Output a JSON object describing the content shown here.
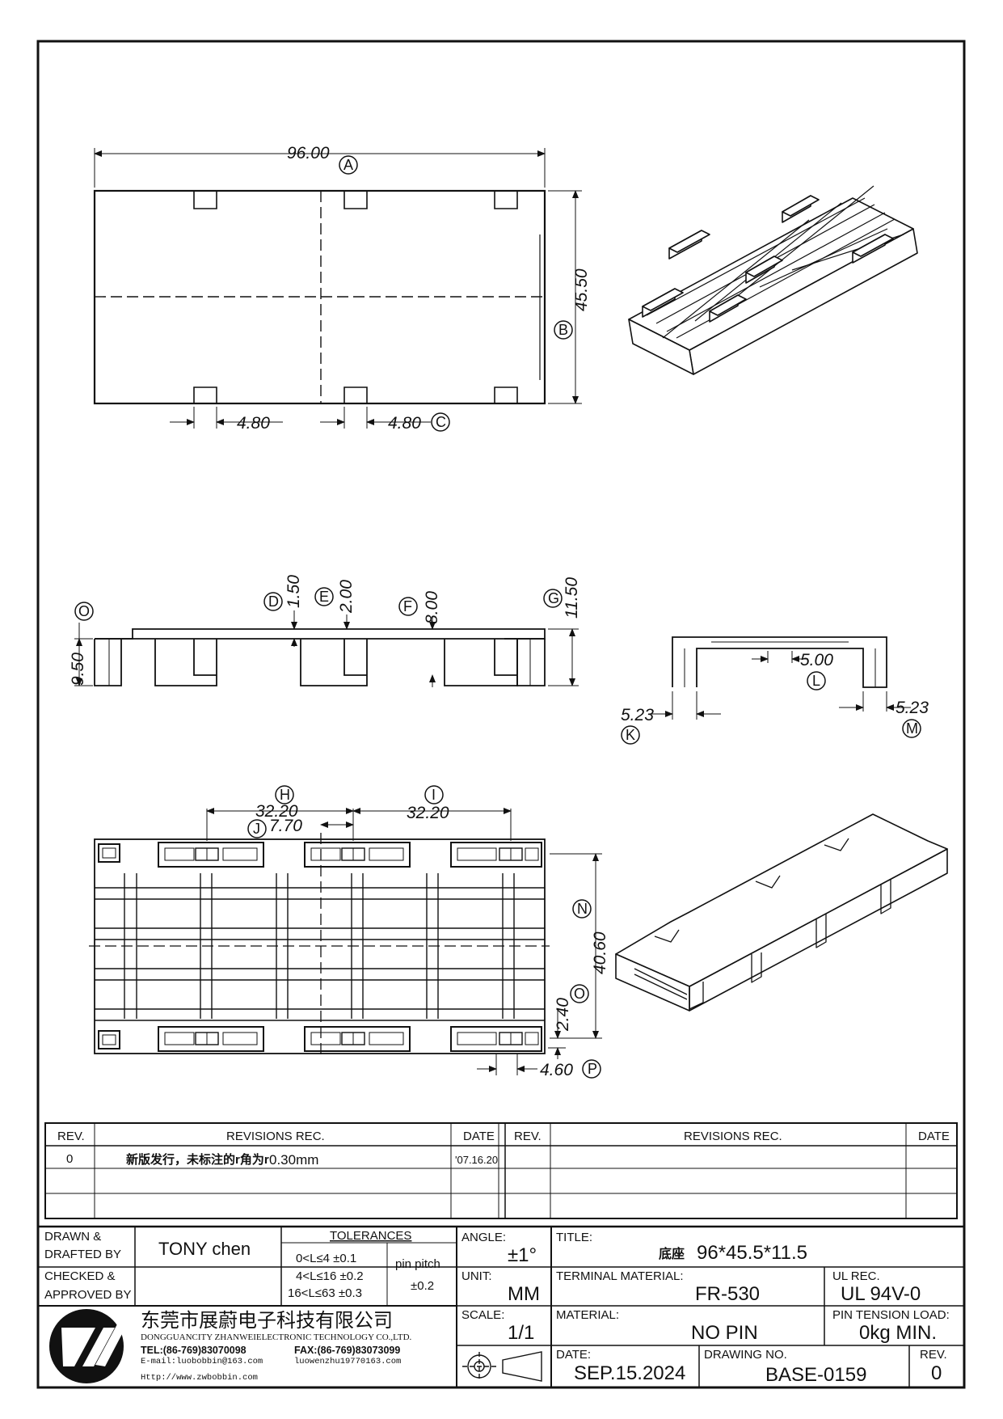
{
  "top_view": {
    "width": "96.00",
    "width_tag": "A",
    "height": "45.50",
    "height_tag": "B",
    "notch_left": "4.80",
    "notch_right": "4.80",
    "notch_tag": "C"
  },
  "side_view": {
    "tag_O": "O",
    "dim_O": "9.50",
    "tag_D": "D",
    "dim_D": "1.50",
    "tag_E": "E",
    "dim_E": "2.00",
    "tag_F": "F",
    "dim_F": "8.00",
    "tag_G": "G",
    "dim_G": "11.50"
  },
  "end_view": {
    "dim_L": "5.00",
    "tag_L": "L",
    "dim_K": "5.23",
    "tag_K": "K",
    "dim_M": "5.23",
    "tag_M": "M"
  },
  "bottom_view": {
    "tag_H": "H",
    "dim_H": "32.20",
    "tag_I": "I",
    "dim_I": "32.20",
    "tag_J": "J",
    "dim_J": "7.70",
    "tag_N": "N",
    "dim_N": "40.60",
    "tag_O": "O",
    "dim_O": "2.40",
    "tag_P": "P",
    "dim_P": "4.60"
  },
  "revisions": {
    "h_rev": "REV.",
    "h_rec": "REVISIONS    REC.",
    "h_date": "DATE",
    "h_rev2": "REV.",
    "h_rec2": "REVISIONS    REC.",
    "h_date2": "DATE",
    "row_rev": "0",
    "row_text_cn": "新版发行，未标注的r角为r",
    "row_text_val": "0.30mm",
    "row_date": "'07.16.20"
  },
  "title_block": {
    "drawn_label_1": "DRAWN &",
    "drawn_label_2": "DRAFTED BY",
    "drawn_value": "TONY  chen",
    "checked_label_1": "CHECKED &",
    "checked_label_2": "APPROVED BY",
    "tol_title": "TOLERANCES",
    "tol_rows": [
      "0<L≤4    ±0.1",
      "4<L≤16  ±0.2",
      "16<L≤63  ±0.3"
    ],
    "pin_pitch_label": "pin  pitch",
    "pin_pitch_value": "±0.2",
    "angle_label": "ANGLE:",
    "angle_value": "±1°",
    "unit_label": "UNIT:",
    "unit_value": "MM",
    "scale_label": "SCALE:",
    "scale_value": "1/1",
    "title_label": "TITLE:",
    "title_cn": "底座",
    "title_value": "96*45.5*11.5",
    "terminal_label": "TERMINAL  MATERIAL:",
    "terminal_value": "FR-530",
    "ul_label": "UL  REC.",
    "ul_value": "UL  94V-0",
    "material_label": "MATERIAL:",
    "material_value": "NO  PIN",
    "pin_tension_label": "PIN  TENSION  LOAD:",
    "pin_tension_value": "0kg  MIN.",
    "date_label": "DATE:",
    "date_value": "SEP.15.2024",
    "drawing_no_label": "DRAWING  NO.",
    "drawing_no_value": "BASE-0159",
    "rev_label": "REV.",
    "rev_value": "0",
    "company_cn": "东莞市展蔚电子科技有限公司",
    "company_en": "DONGGUANCITY  ZHANWEIELECTRONIC  TECHNOLOGY  CO.,LTD.",
    "tel": "TEL:(86-769)83070098",
    "fax": "FAX:(86-769)83073099",
    "email": "E-mail:luobobbin@163.com",
    "email2": "luowenzhu19770163.com",
    "http": "Http://www.zwbobbin.com"
  }
}
